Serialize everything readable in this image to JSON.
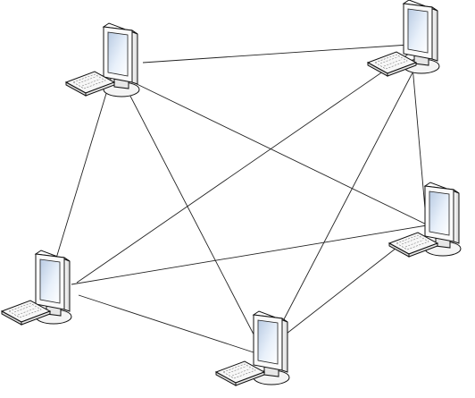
{
  "diagram": {
    "type": "full-mesh-network",
    "node_icon": "desktop-computer-icon",
    "accessory_icon": "keyboard-icon",
    "nodes": [
      {
        "id": "pc-1"
      },
      {
        "id": "pc-2"
      },
      {
        "id": "pc-3"
      },
      {
        "id": "pc-4"
      },
      {
        "id": "pc-5"
      }
    ],
    "links": [
      [
        "pc-1",
        "pc-2"
      ],
      [
        "pc-1",
        "pc-3"
      ],
      [
        "pc-1",
        "pc-4"
      ],
      [
        "pc-1",
        "pc-5"
      ],
      [
        "pc-2",
        "pc-3"
      ],
      [
        "pc-2",
        "pc-4"
      ],
      [
        "pc-2",
        "pc-5"
      ],
      [
        "pc-3",
        "pc-4"
      ],
      [
        "pc-3",
        "pc-5"
      ],
      [
        "pc-4",
        "pc-5"
      ]
    ],
    "colors": {
      "line": "#222222",
      "screen": "#d9e6f5",
      "casing": "#f2f2f2",
      "outline": "#111111"
    }
  }
}
